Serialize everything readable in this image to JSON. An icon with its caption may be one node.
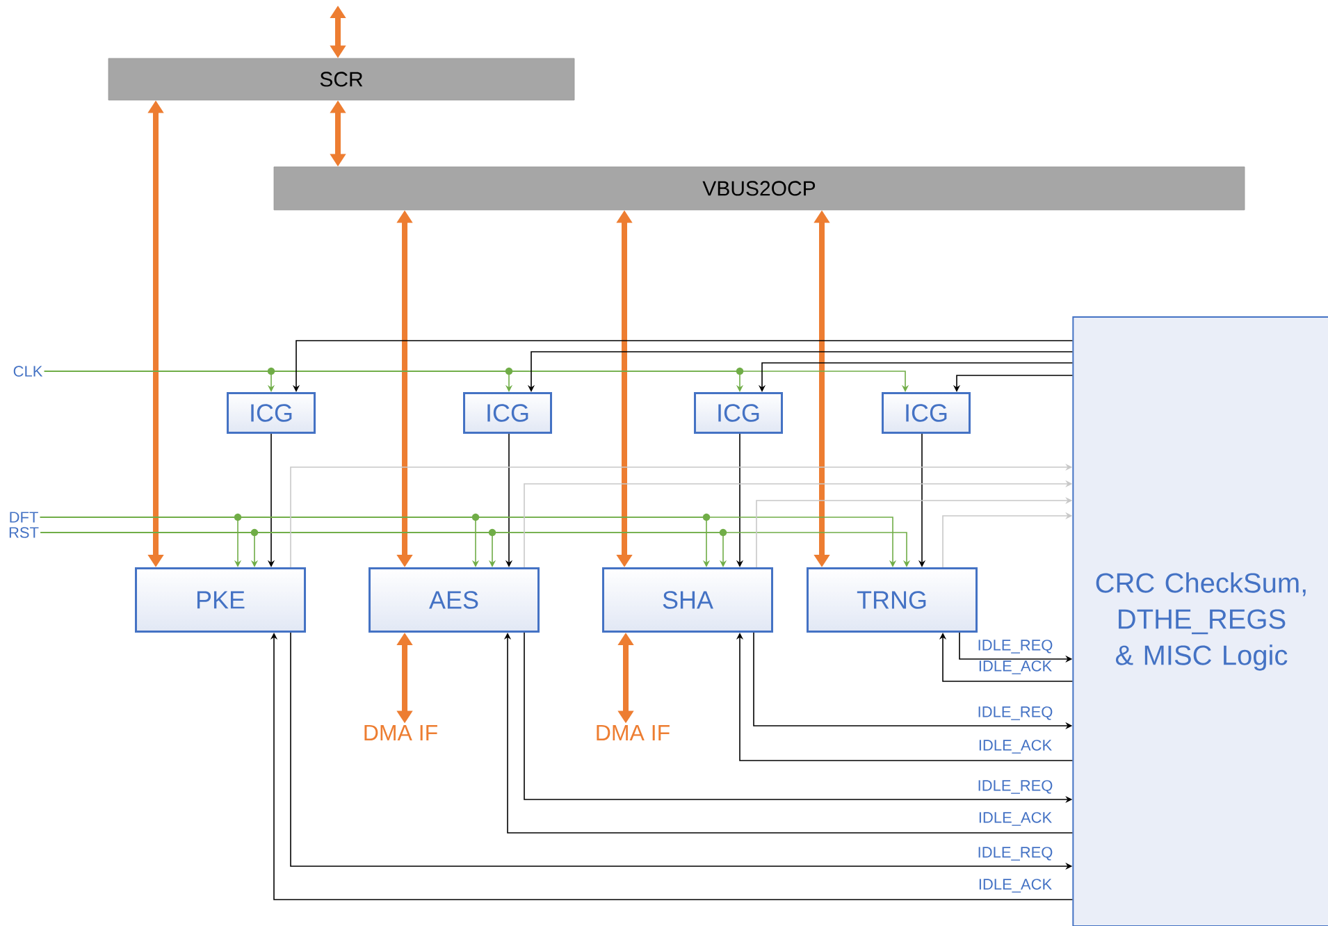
{
  "diagram": {
    "nodes": [
      {
        "text": [
          "SCR"
        ]
      },
      {
        "text": [
          "VBUS2OCP"
        ]
      },
      {
        "text": [
          "ICG"
        ]
      },
      {
        "text": [
          "ICG"
        ]
      },
      {
        "text": [
          "ICG"
        ]
      },
      {
        "text": [
          "ICG"
        ]
      },
      {
        "text": [
          "PKE"
        ]
      },
      {
        "text": [
          "AES"
        ]
      },
      {
        "text": [
          "SHA"
        ]
      },
      {
        "text": [
          "TRNG"
        ]
      },
      {
        "text": [
          "CRC CheckSum, DTHE_REGS & MISC Logic"
        ]
      },
      {
        "text": [
          "CLK"
        ]
      },
      {
        "text": [
          "DFT"
        ]
      },
      {
        "text": [
          "RST"
        ]
      },
      {
        "text": [
          "DMA IF"
        ]
      },
      {
        "text": [
          "DMA IF"
        ]
      }
    ],
    "edges": [
      {
        "from": null,
        "to": 0,
        "arrow": "both",
        "style": "thick",
        "color": "#ed7d31"
      },
      {
        "from": 0,
        "to": 1,
        "arrow": "both",
        "style": "thick",
        "color": "#ed7d31"
      },
      {
        "from": 0,
        "to": 6,
        "arrow": "both",
        "style": "thick",
        "color": "#ed7d31"
      },
      {
        "from": 1,
        "to": 7,
        "arrow": "both",
        "style": "thick",
        "color": "#ed7d31"
      },
      {
        "from": 1,
        "to": 8,
        "arrow": "both",
        "style": "thick",
        "color": "#ed7d31"
      },
      {
        "from": 1,
        "to": 9,
        "arrow": "both",
        "style": "thick",
        "color": "#ed7d31"
      },
      {
        "from": 7,
        "to": 14,
        "arrow": "both",
        "style": "thick",
        "color": "#ed7d31"
      },
      {
        "from": 8,
        "to": 15,
        "arrow": "both",
        "style": "thick",
        "color": "#ed7d31"
      },
      {
        "from": 11,
        "to": 2,
        "arrow": "to",
        "color": "#70ad47"
      },
      {
        "from": 11,
        "to": 3,
        "arrow": "to",
        "color": "#70ad47"
      },
      {
        "from": 11,
        "to": 4,
        "arrow": "to",
        "color": "#70ad47"
      },
      {
        "from": 11,
        "to": 5,
        "arrow": "to",
        "color": "#70ad47"
      },
      {
        "from": 10,
        "to": 2,
        "arrow": "to"
      },
      {
        "from": 10,
        "to": 3,
        "arrow": "to"
      },
      {
        "from": 10,
        "to": 4,
        "arrow": "to"
      },
      {
        "from": 10,
        "to": 5,
        "arrow": "to"
      },
      {
        "from": 2,
        "to": 6,
        "arrow": "to"
      },
      {
        "from": 3,
        "to": 7,
        "arrow": "to"
      },
      {
        "from": 4,
        "to": 8,
        "arrow": "to"
      },
      {
        "from": 5,
        "to": 9,
        "arrow": "to"
      },
      {
        "from": 12,
        "to": 6,
        "arrow": "to",
        "color": "#70ad47"
      },
      {
        "from": 12,
        "to": 7,
        "arrow": "to",
        "color": "#70ad47"
      },
      {
        "from": 12,
        "to": 8,
        "arrow": "to",
        "color": "#70ad47"
      },
      {
        "from": 12,
        "to": 9,
        "arrow": "to",
        "color": "#70ad47"
      },
      {
        "from": 13,
        "to": 6,
        "arrow": "to",
        "color": "#70ad47"
      },
      {
        "from": 13,
        "to": 7,
        "arrow": "to",
        "color": "#70ad47"
      },
      {
        "from": 13,
        "to": 8,
        "arrow": "to",
        "color": "#70ad47"
      },
      {
        "from": 13,
        "to": 9,
        "arrow": "to",
        "color": "#70ad47"
      },
      {
        "from": 6,
        "to": 10,
        "arrow": "to",
        "color": "#c8c8c8"
      },
      {
        "from": 7,
        "to": 10,
        "arrow": "to",
        "color": "#c8c8c8"
      },
      {
        "from": 8,
        "to": 10,
        "arrow": "to",
        "color": "#c8c8c8"
      },
      {
        "from": 9,
        "to": 10,
        "arrow": "to",
        "color": "#c8c8c8"
      },
      {
        "from": 9,
        "to": 10,
        "arrow": "to",
        "label": "IDLE_REQ"
      },
      {
        "from": 10,
        "to": 9,
        "arrow": "to",
        "label": "IDLE_ACK"
      },
      {
        "from": 8,
        "to": 10,
        "arrow": "to",
        "label": "IDLE_REQ"
      },
      {
        "from": 10,
        "to": 8,
        "arrow": "to",
        "label": "IDLE_ACK"
      },
      {
        "from": 7,
        "to": 10,
        "arrow": "to",
        "label": "IDLE_REQ"
      },
      {
        "from": 10,
        "to": 7,
        "arrow": "to",
        "label": "IDLE_ACK"
      },
      {
        "from": 6,
        "to": 10,
        "arrow": "to",
        "label": "IDLE_REQ"
      },
      {
        "from": 10,
        "to": 6,
        "arrow": "to",
        "label": "IDLE_ACK"
      }
    ]
  }
}
